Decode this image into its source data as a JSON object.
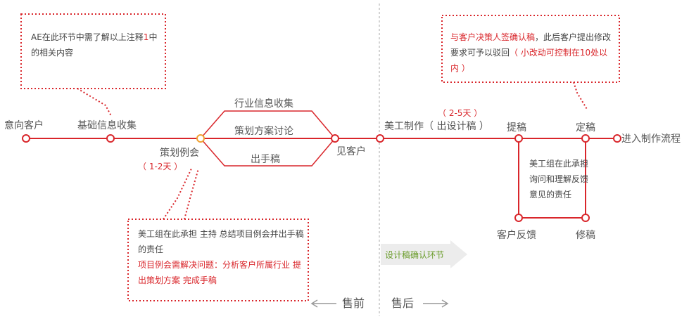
{
  "nodes": {
    "intent_customer": "意向客户",
    "basic_info": "基础信息收集",
    "planning_meeting": "策划例会",
    "planning_days": "（ 1-2天 ）",
    "industry_info": "行业信息收集",
    "plan_discussion": "策划方案讨论",
    "draft": "出手稿",
    "meet_customer": "见客户",
    "art_production": "美工制作（ 出设计稿 ）",
    "art_days": "（ 2-5天 ）",
    "submit_draft": "提稿",
    "finalize": "定稿",
    "enter_production": "进入制作流程",
    "customer_feedback": "客户反馈",
    "revise": "修稿"
  },
  "notes": {
    "ae_note_part1": "AE在此环节中需了解以上注释",
    "ae_note_part2_red": "1",
    "ae_note_part2": "中的相关内容",
    "confirm_red": "与客户决策人签确认稿",
    "confirm_mid": "，此后客户提出修改要求可予以驳回",
    "confirm_paren_red": "（ 小改动可控制在10处以内 ）",
    "loop_note": "美工组在此承担询问和理解反馈意见的责任",
    "meeting_note_black": "美工组在此承担 主持 总结项目例会并出手稿的责任",
    "meeting_note_red": "项目例会需解决问题：分析客户所属行业 提出策划方案 完成手稿"
  },
  "phase": {
    "confirm_stage": "设计稿确认环节",
    "presale": "售前",
    "aftersale": "售后"
  },
  "colors": {
    "accent_red": "#d9262b",
    "orange_node": "#f0a030",
    "line_gray": "#777777",
    "green": "#6a9c2a"
  }
}
